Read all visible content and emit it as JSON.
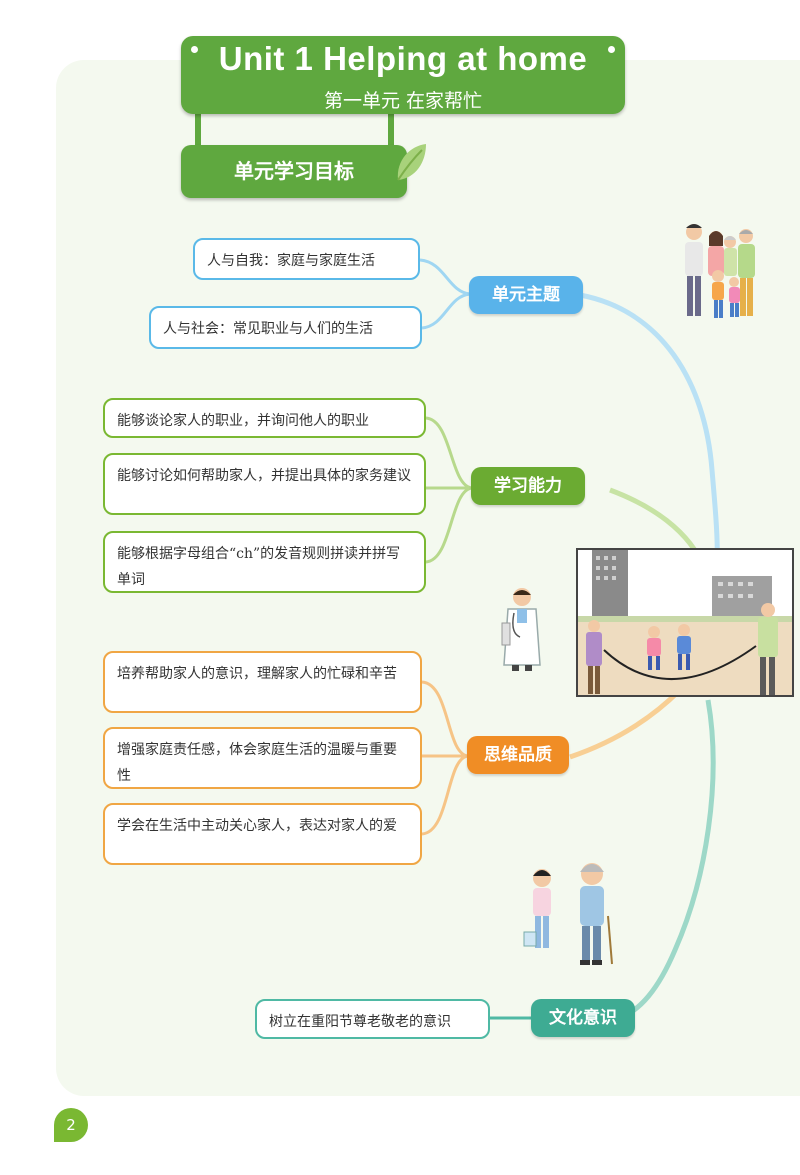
{
  "header": {
    "title_en": "Unit 1    Helping at home",
    "title_zh": "第一单元    在家帮忙",
    "objectives_label": "单元学习目标"
  },
  "themes": {
    "label": "单元主题",
    "items": [
      "人与自我：家庭与家庭生活",
      "人与社会：常见职业与人们的生活"
    ]
  },
  "abilities": {
    "label": "学习能力",
    "items": [
      "能够谈论家人的职业，并询问他人的职业",
      "能够讨论如何帮助家人，并提出具体的家务建议",
      "能够根据字母组合“ch”的发音规则拼读并拼写单词"
    ]
  },
  "thinking": {
    "label": "思维品质",
    "items": [
      "培养帮助家人的意识，理解家人的忙碌和辛苦",
      "增强家庭责任感，体会家庭生活的温暖与重要性",
      "学会在生活中主动关心家人，表达对家人的爱"
    ]
  },
  "culture": {
    "label": "文化意识",
    "items": [
      "树立在重阳节尊老敬老的意识"
    ]
  },
  "page_number": "2",
  "colors": {
    "green": "#5fa83f",
    "blue": "#59b3ea",
    "orange": "#f08d25",
    "teal": "#3eab93"
  }
}
